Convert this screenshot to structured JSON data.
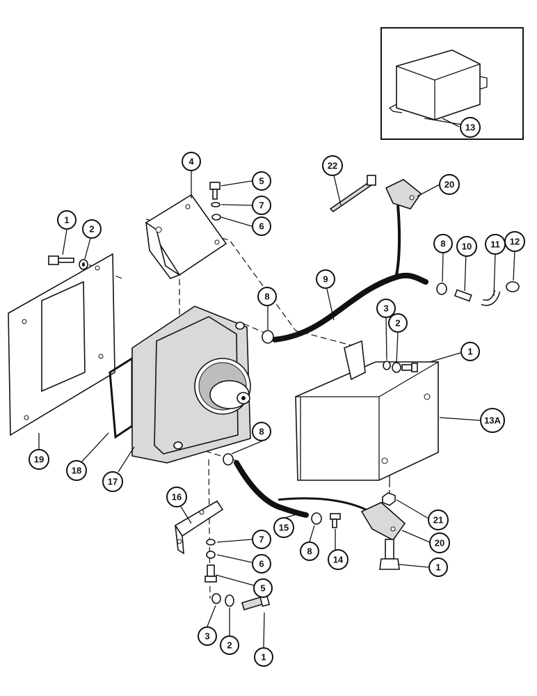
{
  "diagram": {
    "callouts": [
      {
        "id": "c1a",
        "label": "1"
      },
      {
        "id": "c2a",
        "label": "2"
      },
      {
        "id": "c4",
        "label": "4"
      },
      {
        "id": "c5a",
        "label": "5"
      },
      {
        "id": "c7a",
        "label": "7"
      },
      {
        "id": "c6a",
        "label": "6"
      },
      {
        "id": "c22",
        "label": "22"
      },
      {
        "id": "c20a",
        "label": "20"
      },
      {
        "id": "c8a",
        "label": "8"
      },
      {
        "id": "c10",
        "label": "10"
      },
      {
        "id": "c11",
        "label": "11"
      },
      {
        "id": "c12",
        "label": "12"
      },
      {
        "id": "c9",
        "label": "9"
      },
      {
        "id": "c8b",
        "label": "8"
      },
      {
        "id": "c3a",
        "label": "3"
      },
      {
        "id": "c2b",
        "label": "2"
      },
      {
        "id": "c1b",
        "label": "1"
      },
      {
        "id": "c13a",
        "label": "13A"
      },
      {
        "id": "c13",
        "label": "13"
      },
      {
        "id": "c19",
        "label": "19"
      },
      {
        "id": "c18",
        "label": "18"
      },
      {
        "id": "c17",
        "label": "17"
      },
      {
        "id": "c8c",
        "label": "8"
      },
      {
        "id": "c16",
        "label": "16"
      },
      {
        "id": "c7b",
        "label": "7"
      },
      {
        "id": "c6b",
        "label": "6"
      },
      {
        "id": "c5b",
        "label": "5"
      },
      {
        "id": "c15",
        "label": "15"
      },
      {
        "id": "c8d",
        "label": "8"
      },
      {
        "id": "c14",
        "label": "14"
      },
      {
        "id": "c21",
        "label": "21"
      },
      {
        "id": "c20b",
        "label": "20"
      },
      {
        "id": "c1c",
        "label": "1"
      },
      {
        "id": "c3b",
        "label": "3"
      },
      {
        "id": "c2c",
        "label": "2"
      },
      {
        "id": "c1d",
        "label": "1"
      }
    ]
  }
}
